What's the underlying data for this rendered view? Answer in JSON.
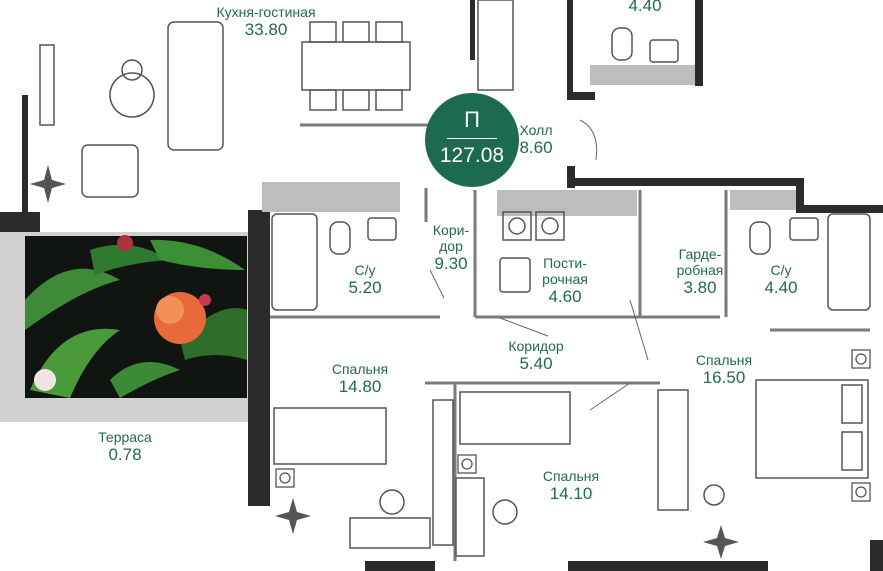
{
  "plan": {
    "badge": {
      "letter": "П",
      "total_area": "127.08"
    },
    "rooms": [
      {
        "key": "kitchen",
        "name": "Кухня-гостиная",
        "area": "33.80"
      },
      {
        "key": "bath_top",
        "name": "",
        "area": "4.40"
      },
      {
        "key": "hall",
        "name": "Холл",
        "area": "8.60"
      },
      {
        "key": "corridor1",
        "name": "Кори-\nдор",
        "area": "9.30"
      },
      {
        "key": "bath1",
        "name": "С/у",
        "area": "5.20"
      },
      {
        "key": "laundry",
        "name": "Пости-\nрочная",
        "area": "4.60"
      },
      {
        "key": "wardrobe",
        "name": "Гарде-\nробная",
        "area": "3.80"
      },
      {
        "key": "bath2",
        "name": "С/у",
        "area": "4.40"
      },
      {
        "key": "corridor2",
        "name": "Коридор",
        "area": "5.40"
      },
      {
        "key": "bedroom1",
        "name": "Спальня",
        "area": "14.80"
      },
      {
        "key": "bedroom2",
        "name": "Спальня",
        "area": "16.50"
      },
      {
        "key": "bedroom3",
        "name": "Спальня",
        "area": "14.10"
      },
      {
        "key": "terrace",
        "name": "Терраса",
        "area": "0.78"
      }
    ]
  },
  "colors": {
    "accent": "#1d6b4e",
    "label_text": "#1f6b4f",
    "wall": "#2b2b2b",
    "terrace_floor": "#d0d0d0",
    "furniture": "#555555",
    "bath_strip": "#bdbdbd",
    "plant_dark": "#111511",
    "plant_leaf": "#3f8a38",
    "plant_flower": "#e86a3c"
  },
  "icons": [
    "compass-rose-icon",
    "smoke-detector-icon",
    "toilet-icon",
    "bathtub-icon",
    "washing-machine-icon"
  ]
}
